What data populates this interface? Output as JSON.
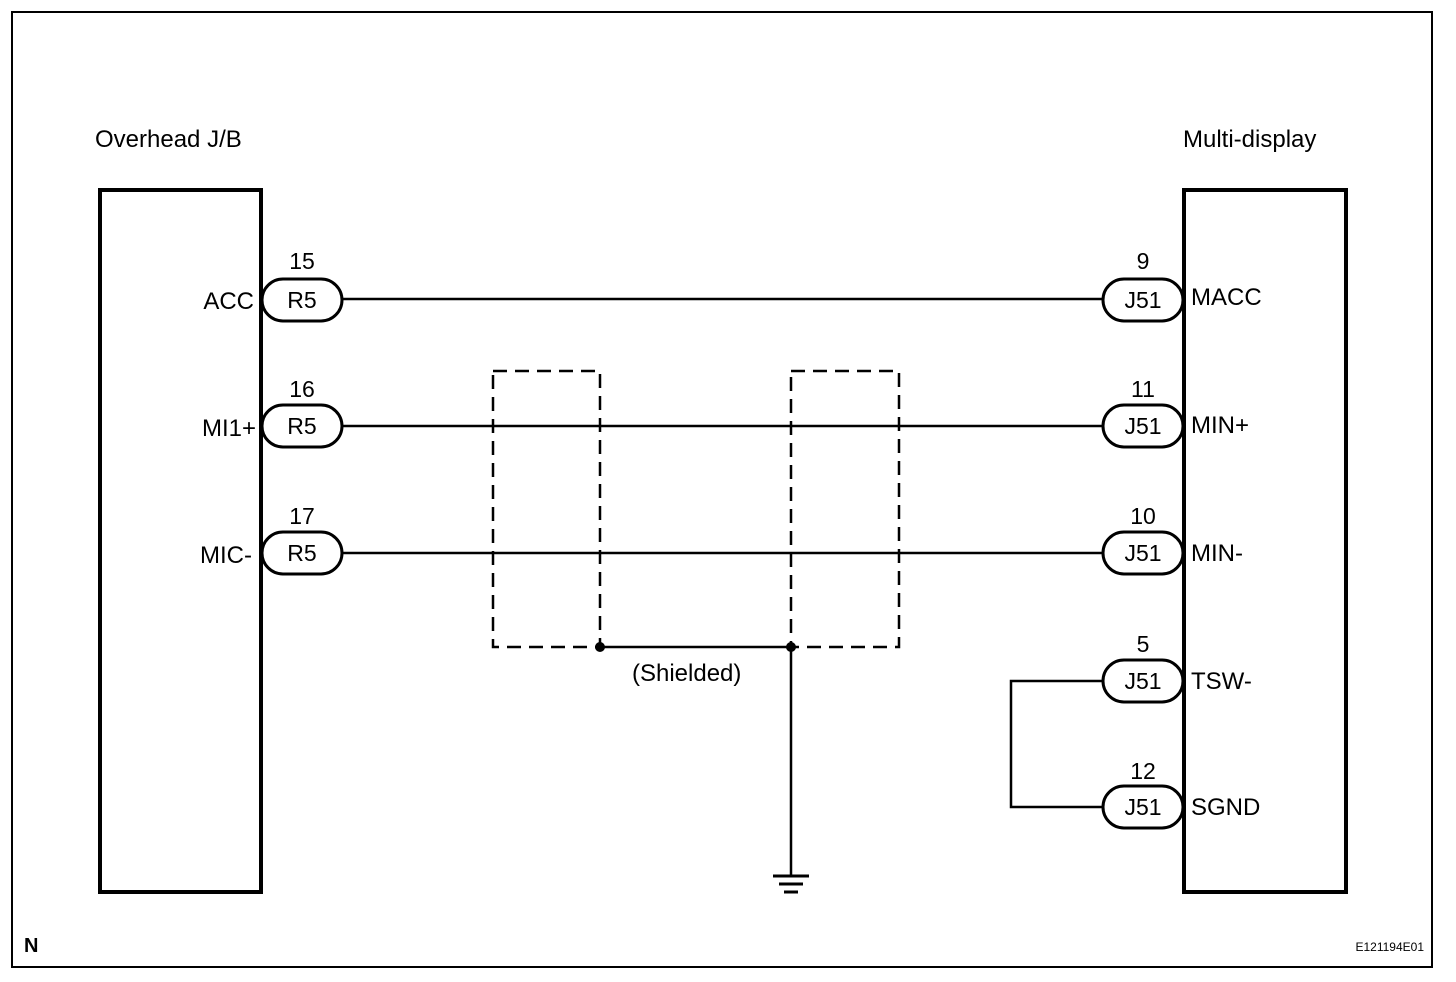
{
  "components": {
    "left": {
      "title": "Overhead J/B"
    },
    "right": {
      "title": "Multi-display"
    }
  },
  "left_pins": [
    {
      "pin": "15",
      "connector": "R5",
      "signal": "ACC"
    },
    {
      "pin": "16",
      "connector": "R5",
      "signal": "MI1+"
    },
    {
      "pin": "17",
      "connector": "R5",
      "signal": "MIC-"
    }
  ],
  "right_pins": [
    {
      "pin": "9",
      "connector": "J51",
      "signal": "MACC"
    },
    {
      "pin": "11",
      "connector": "J51",
      "signal": "MIN+"
    },
    {
      "pin": "10",
      "connector": "J51",
      "signal": "MIN-"
    },
    {
      "pin": "5",
      "connector": "J51",
      "signal": "TSW-"
    },
    {
      "pin": "12",
      "connector": "J51",
      "signal": "SGND"
    }
  ],
  "shield_label": "(Shielded)",
  "corner_label": "N",
  "figure_code": "E121194E01"
}
